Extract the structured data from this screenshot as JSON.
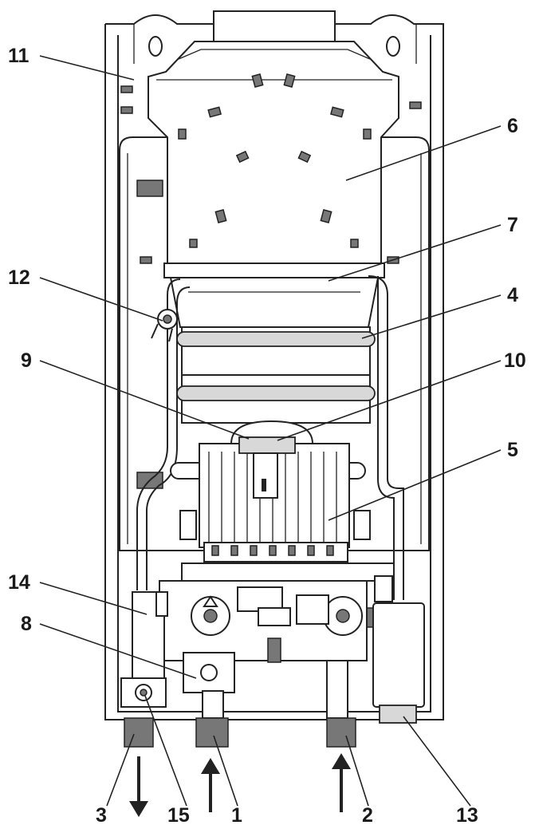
{
  "labels": [
    {
      "id": "11",
      "text": "11"
    },
    {
      "id": "6",
      "text": "6"
    },
    {
      "id": "7",
      "text": "7"
    },
    {
      "id": "12",
      "text": "12"
    },
    {
      "id": "4",
      "text": "4"
    },
    {
      "id": "9",
      "text": "9"
    },
    {
      "id": "10",
      "text": "10"
    },
    {
      "id": "5",
      "text": "5"
    },
    {
      "id": "14",
      "text": "14"
    },
    {
      "id": "8",
      "text": "8"
    },
    {
      "id": "3",
      "text": "3"
    },
    {
      "id": "15",
      "text": "15"
    },
    {
      "id": "1",
      "text": "1"
    },
    {
      "id": "2",
      "text": "2"
    },
    {
      "id": "13",
      "text": "13"
    }
  ]
}
